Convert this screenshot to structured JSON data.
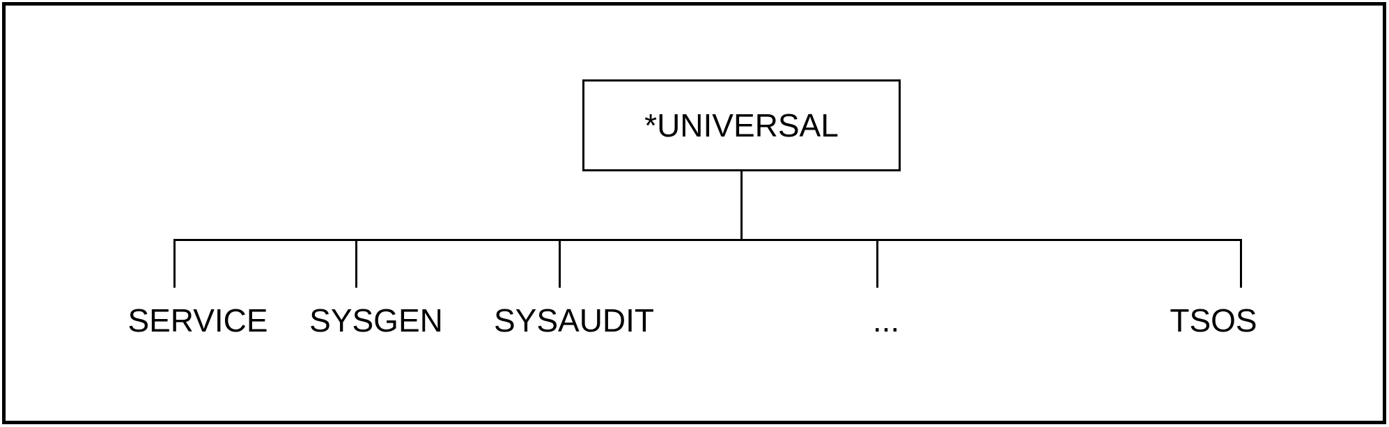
{
  "colors": {
    "background": "#ffffff",
    "line": "#000000",
    "text": "#000000"
  },
  "diagram": {
    "root_label": "*UNIVERSAL",
    "children": [
      {
        "label": "SERVICE"
      },
      {
        "label": "SYSGEN"
      },
      {
        "label": "SYSAUDIT"
      },
      {
        "label": "..."
      },
      {
        "label": "TSOS"
      }
    ]
  }
}
